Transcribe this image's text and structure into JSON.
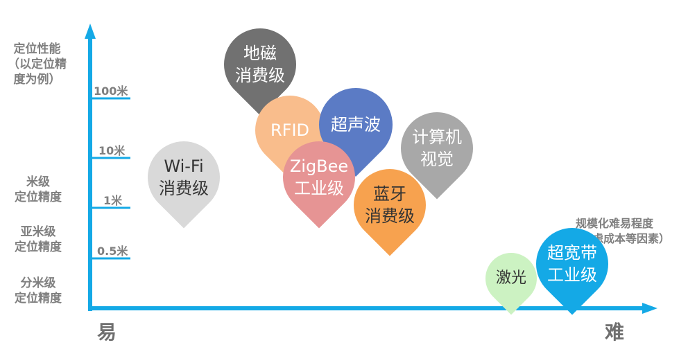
{
  "y_axis": {
    "title": [
      "定位性能",
      "（以定位精",
      "度为例）"
    ],
    "ticks": [
      "100米",
      "10米",
      "1米",
      "0.5米"
    ],
    "levels": [
      {
        "l1": "米级",
        "l2": "定位精度"
      },
      {
        "l1": "亚米级",
        "l2": "定位精度"
      },
      {
        "l1": "分米级",
        "l2": "定位精度"
      }
    ],
    "start": "易"
  },
  "x_axis": {
    "title": [
      "规模化难易程度",
      "（考虑成本等因素）"
    ],
    "end": "难"
  },
  "pins": [
    {
      "id": "geomagnetic",
      "l1": "地磁",
      "l2": "消费级",
      "color": "#717171",
      "text_color": "#ffffff"
    },
    {
      "id": "rfid",
      "l1": "RFID",
      "l2": "",
      "color": "#F9BD8C",
      "text_color": "#ffffff"
    },
    {
      "id": "ultrasound",
      "l1": "超声波",
      "l2": "",
      "color": "#5B7BC5",
      "text_color": "#ffffff"
    },
    {
      "id": "zigbee",
      "l1": "ZigBee",
      "l2": "工业级",
      "color": "#E69494",
      "text_color": "#ffffff"
    },
    {
      "id": "vision",
      "l1": "计算机",
      "l2": "视觉",
      "color": "#A8A8A8",
      "text_color": "#ffffff"
    },
    {
      "id": "bluetooth",
      "l1": "蓝牙",
      "l2": "消费级",
      "color": "#F7A24F",
      "text_color": "#333333"
    },
    {
      "id": "wifi",
      "l1": "Wi-Fi",
      "l2": "消费级",
      "color": "#D9D9D9",
      "text_color": "#333333"
    },
    {
      "id": "laser",
      "l1": "激光",
      "l2": "",
      "color": "#CCF2C2",
      "text_color": "#333333"
    },
    {
      "id": "uwb",
      "l1": "超宽带",
      "l2": "工业级",
      "color": "#14A9E6",
      "text_color": "#ffffff"
    }
  ],
  "colors": {
    "axis": "#14A9E6",
    "label": "#7f7f7f"
  }
}
